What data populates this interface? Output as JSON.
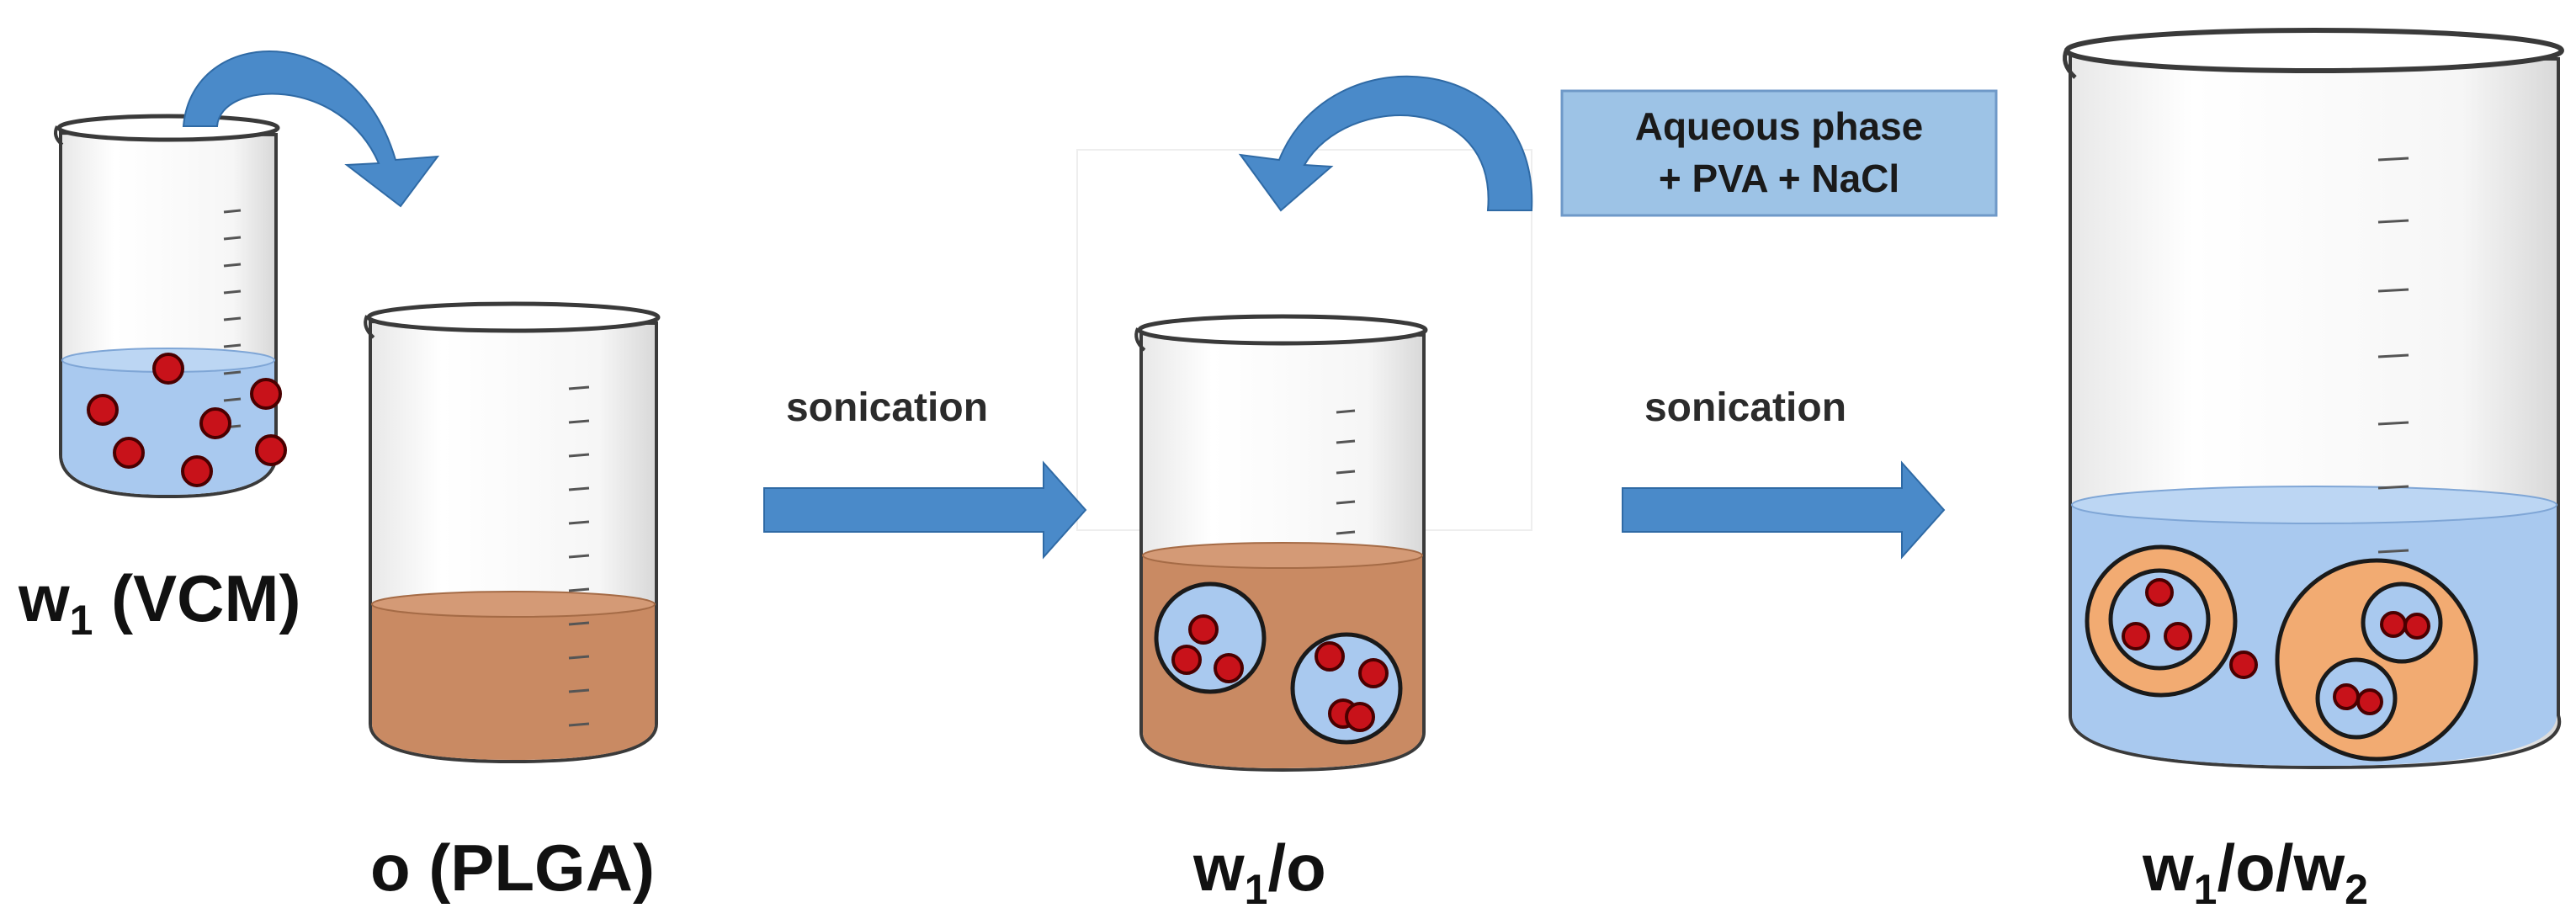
{
  "labels": {
    "w1_main": "w",
    "w1_sub": "1",
    "w1_rest": " (VCM)",
    "o_label": "o (PLGA)",
    "w1o_main": "w",
    "w1o_sub": "1",
    "w1o_rest": "/o",
    "w1ow2_a": "w",
    "w1ow2_sub1": "1",
    "w1ow2_b": "/o/w",
    "w1ow2_sub2": "2"
  },
  "steps": {
    "sonication_1": "sonication",
    "sonication_2": "sonication"
  },
  "aqueous_box": {
    "line1": "Aqueous phase",
    "line2": "+ PVA + NaCl"
  },
  "colors": {
    "water_blue": "#a9c9ef",
    "oil_brown": "#c98a63",
    "droplet_red": "#c8121a",
    "arrow_blue": "#4a8ac9",
    "box_fill": "#9dc3e6",
    "orange_shell": "#f2ab72"
  }
}
